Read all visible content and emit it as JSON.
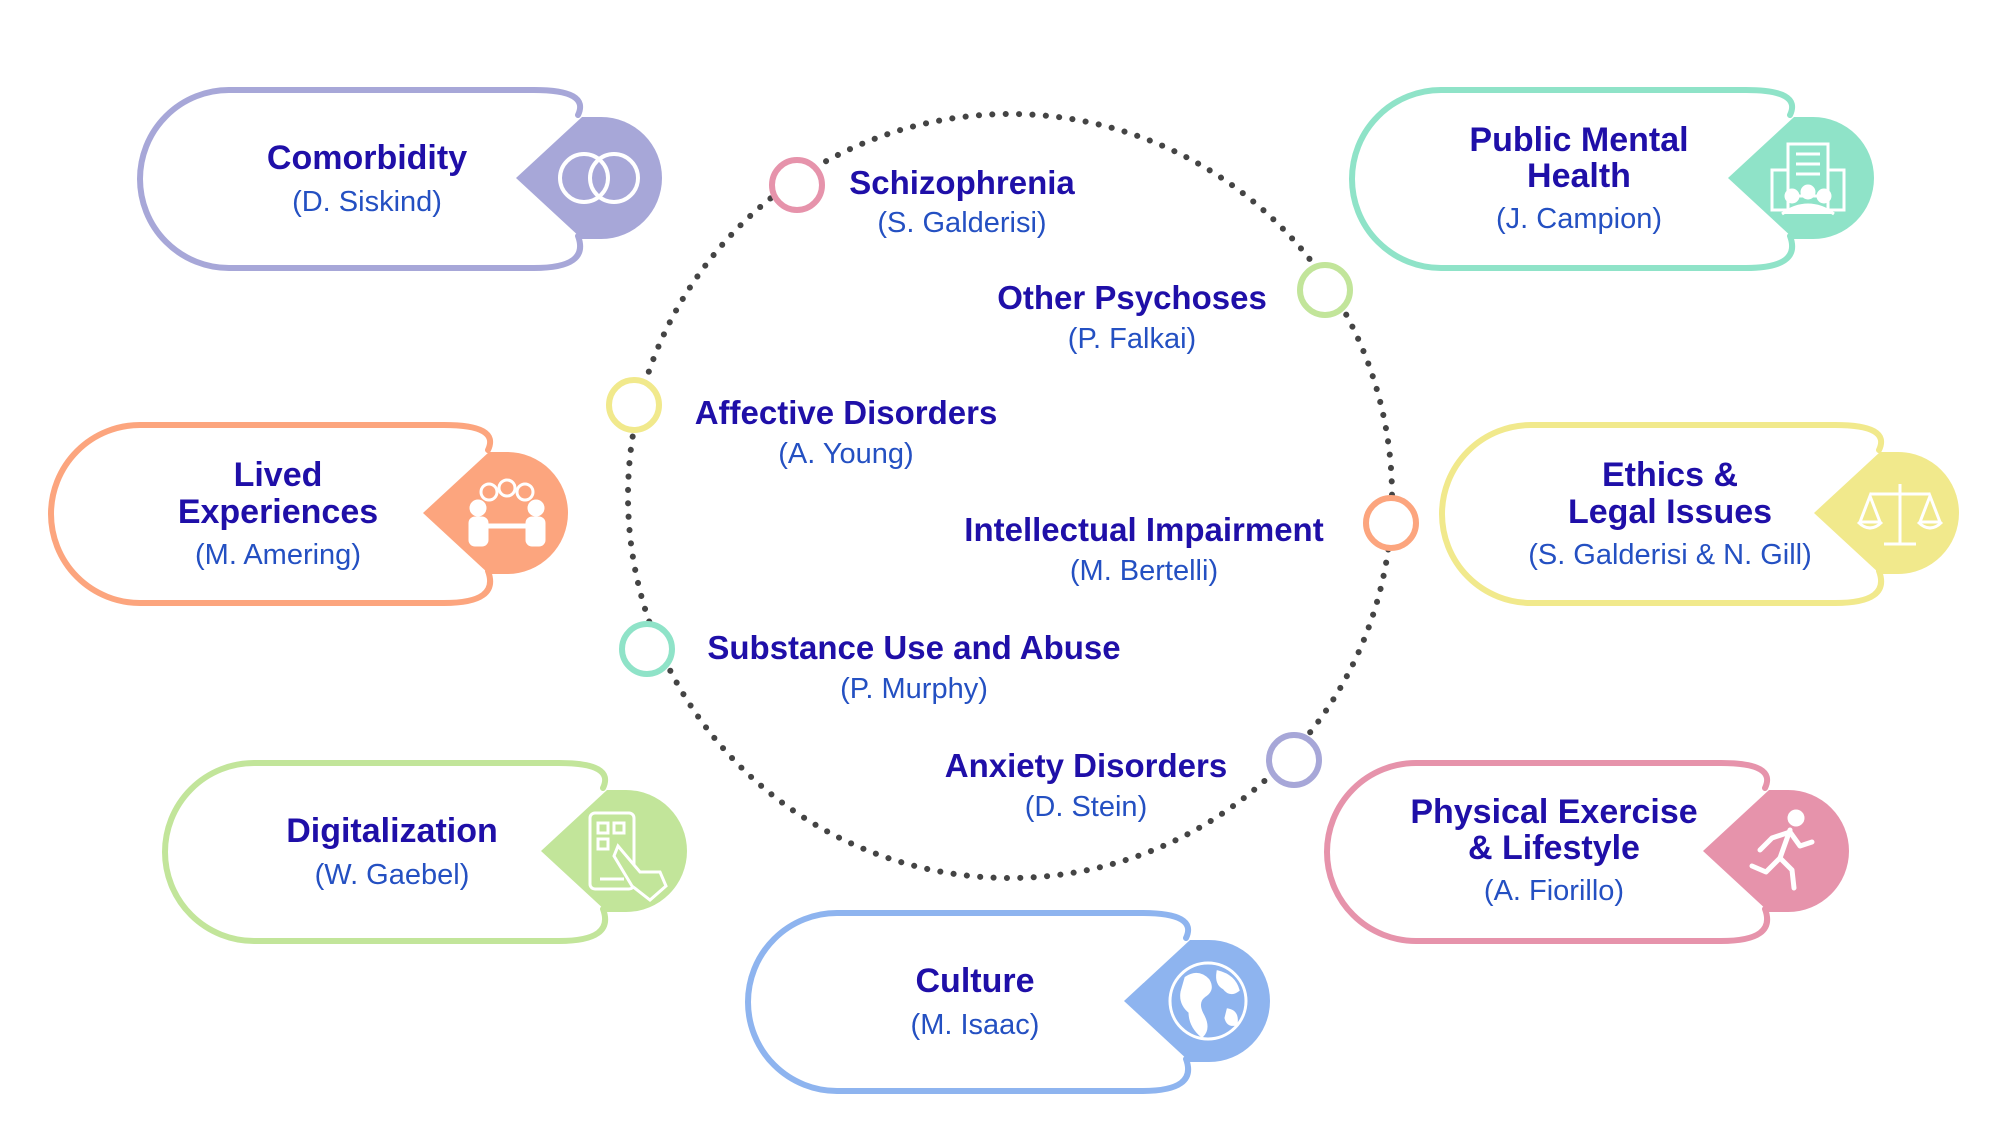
{
  "colors": {
    "title": "#1f0fa8",
    "author": "#2450c2",
    "dots": "#444444",
    "purple": "#a7a7d8",
    "teal": "#8fe3c8",
    "orange": "#fca57e",
    "yellow": "#f1e98c",
    "green": "#c2e59a",
    "pink": "#e693ab",
    "blue": "#8eb4ef"
  },
  "center_topics": [
    {
      "title": "Schizophrenia",
      "author": "(S. Galderisi)",
      "color": "#e693ab"
    },
    {
      "title": "Other Psychoses",
      "author": "(P. Falkai)",
      "color": "#c2e59a"
    },
    {
      "title": "Affective Disorders",
      "author": "(A. Young)",
      "color": "#f1e98c"
    },
    {
      "title": "Intellectual Impairment",
      "author": "(M. Bertelli)",
      "color": "#fca57e"
    },
    {
      "title": "Substance Use and Abuse",
      "author": "(P. Murphy)",
      "color": "#8fe3c8"
    },
    {
      "title": "Anxiety Disorders",
      "author": "(D. Stein)",
      "color": "#a7a7d8"
    }
  ],
  "outer_topics": [
    {
      "title_lines": [
        "Comorbidity"
      ],
      "author": "(D. Siskind)",
      "color": "#a7a7d8",
      "icon": "overlap-circles-icon"
    },
    {
      "title_lines": [
        "Public Mental",
        "Health"
      ],
      "author": "(J. Campion)",
      "color": "#8fe3c8",
      "icon": "hospital-people-icon"
    },
    {
      "title_lines": [
        "Lived",
        "Experiences"
      ],
      "author": "(M. Amering)",
      "color": "#fca57e",
      "icon": "conversation-icon"
    },
    {
      "title_lines": [
        "Ethics &",
        "Legal Issues"
      ],
      "author": "(S. Galderisi & N. Gill)",
      "color": "#f1e98c",
      "icon": "scales-icon"
    },
    {
      "title_lines": [
        "Digitalization"
      ],
      "author": "(W. Gaebel)",
      "color": "#c2e59a",
      "icon": "tablet-touch-icon"
    },
    {
      "title_lines": [
        "Physical Exercise",
        "& Lifestyle"
      ],
      "author": "(A. Fiorillo)",
      "color": "#e693ab",
      "icon": "running-person-icon"
    },
    {
      "title_lines": [
        "Culture"
      ],
      "author": "(M. Isaac)",
      "color": "#8eb4ef",
      "icon": "globe-icon"
    }
  ]
}
